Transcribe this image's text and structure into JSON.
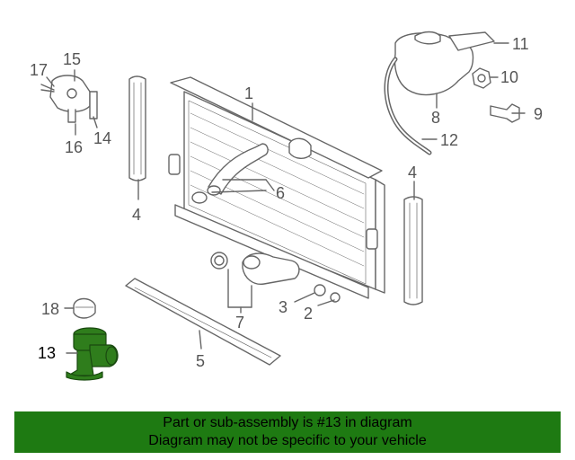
{
  "callouts": {
    "c1": "1",
    "c2": "2",
    "c3": "3",
    "c4a": "4",
    "c4b": "4",
    "c5": "5",
    "c6": "6",
    "c7": "7",
    "c8": "8",
    "c9": "9",
    "c10": "10",
    "c11": "11",
    "c12": "12",
    "c13": "13",
    "c14": "14",
    "c15": "15",
    "c16": "16",
    "c17": "17",
    "c18": "18"
  },
  "banner": {
    "line1": "Part or sub-assembly is #13 in diagram",
    "line2": "Diagram may not be specific to your vehicle"
  },
  "colors": {
    "highlight": "#2f7d1c",
    "banner": "#1e7a12",
    "line": "#666666"
  }
}
